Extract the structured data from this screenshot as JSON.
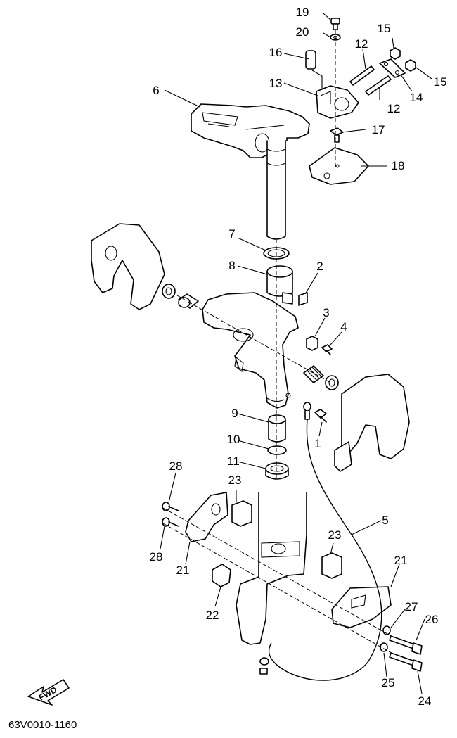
{
  "diagram": {
    "drawing_code": "63V0010-1160",
    "direction_badge": "FWD",
    "callouts": [
      "1",
      "2",
      "3",
      "4",
      "5",
      "6",
      "7",
      "8",
      "9",
      "10",
      "11",
      "12",
      "13",
      "14",
      "15",
      "16",
      "17",
      "18",
      "19",
      "20",
      "21",
      "22",
      "23",
      "24",
      "25",
      "26",
      "27",
      "28"
    ],
    "line_color": "#000000",
    "background": "#ffffff"
  }
}
